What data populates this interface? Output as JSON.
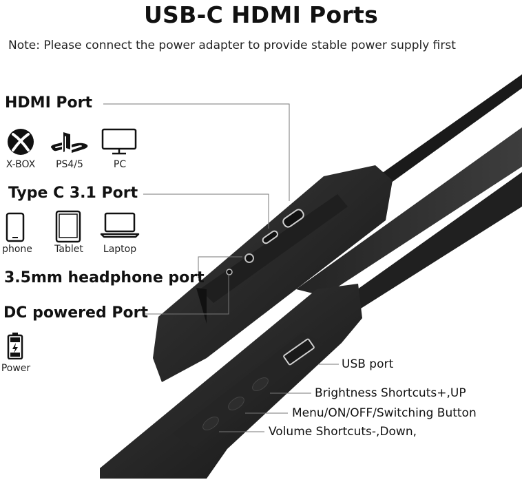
{
  "title": "USB-C HDMI Ports",
  "note": "Note: Please connect the power adapter to provide stable power supply first",
  "sections": {
    "hdmi": {
      "heading": "HDMI Port",
      "devices": [
        {
          "label": "X-BOX",
          "icon": "xbox-icon"
        },
        {
          "label": "PS4/5",
          "icon": "playstation-icon"
        },
        {
          "label": "PC",
          "icon": "monitor-icon"
        }
      ]
    },
    "typec": {
      "heading": "Type C 3.1 Port",
      "devices": [
        {
          "label": "phone",
          "icon": "phone-icon"
        },
        {
          "label": "Tablet",
          "icon": "tablet-icon"
        },
        {
          "label": "Laptop",
          "icon": "laptop-icon"
        }
      ]
    },
    "headphone": {
      "heading": "3.5mm headphone port"
    },
    "dc": {
      "heading": "DC powered Port",
      "devices": [
        {
          "label": "Power",
          "icon": "battery-icon"
        }
      ]
    }
  },
  "right_labels": {
    "usb": "USB port",
    "brightness": "Brightness Shortcuts+,UP",
    "menu": "Menu/ON/OFF/Switching Button",
    "volume": "Volume Shortcuts-,Down,"
  },
  "colors": {
    "device_dark": "#1c1c1c",
    "device_mid": "#2b2b2b",
    "leader_line": "#777777"
  }
}
